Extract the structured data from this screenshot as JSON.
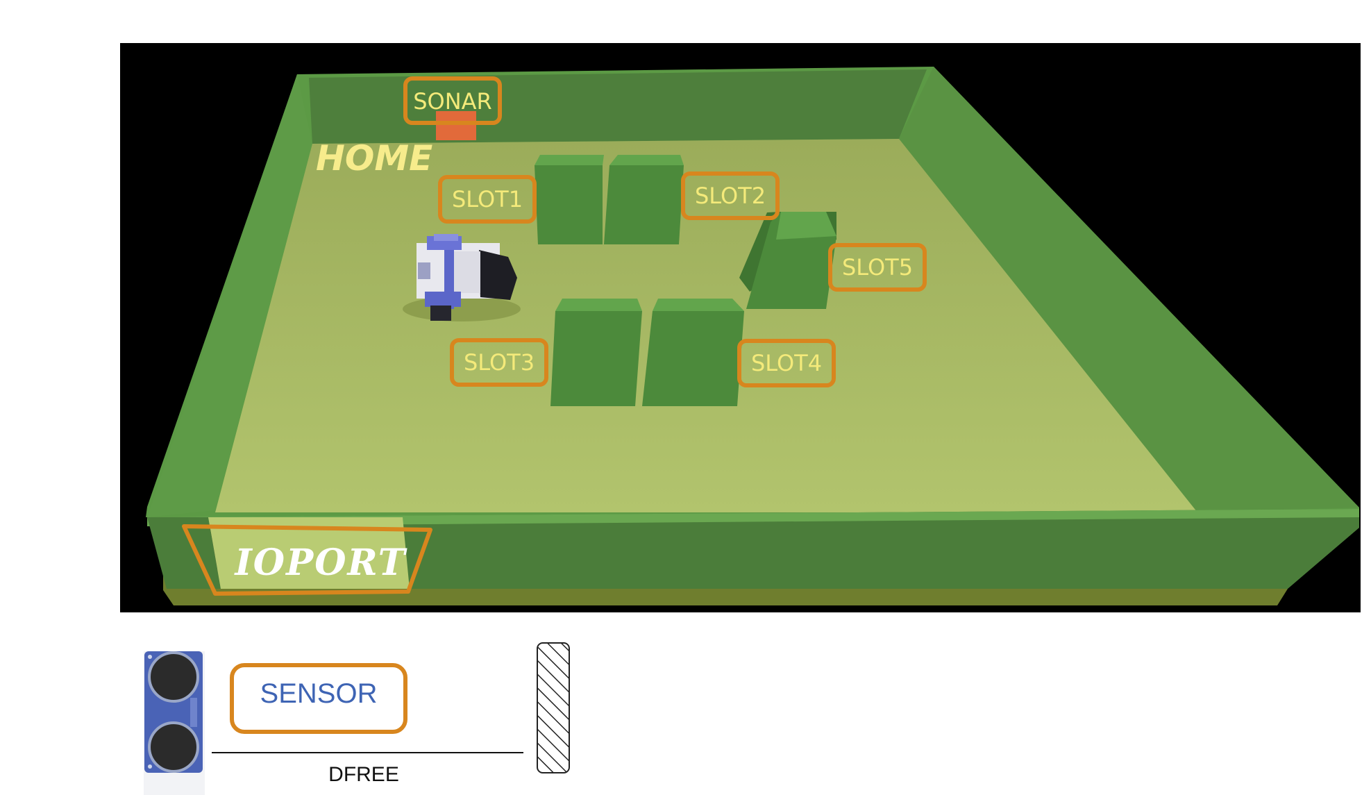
{
  "scene": {
    "home_label": "HOME",
    "sonar_label": "SONAR",
    "ioport_label": "IOPORT",
    "slots": [
      "SLOT1",
      "SLOT2",
      "SLOT3",
      "SLOT4",
      "SLOT5"
    ]
  },
  "legend": {
    "sensor_label": "SENSOR",
    "distance_label": "DFREE"
  },
  "colors": {
    "floor": "#a2b35f",
    "wall": "#4e7f3c",
    "box": "#4c8a3b",
    "label_border": "#d8861e",
    "label_text": "#f4ea7a",
    "sonar_marker": "#e26a3a",
    "background": "#000000"
  }
}
